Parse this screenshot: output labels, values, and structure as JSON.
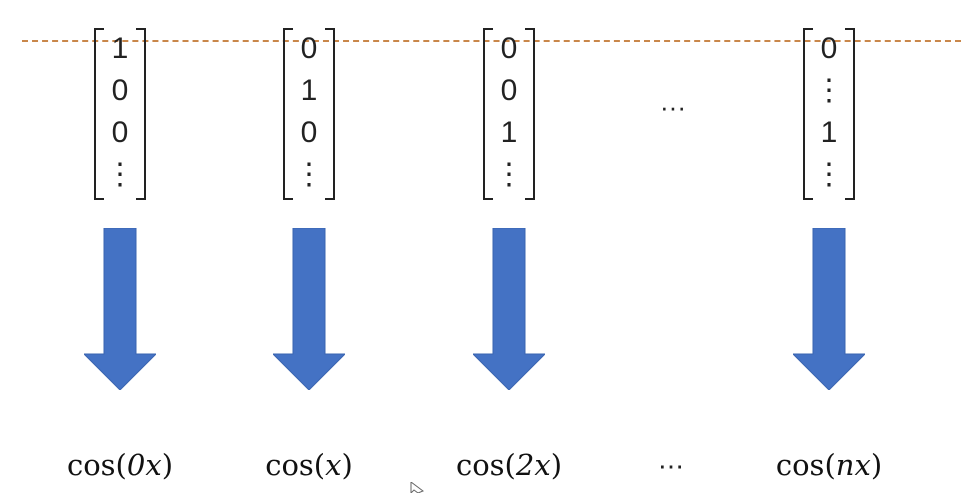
{
  "columns": [
    {
      "entries": [
        "1",
        "0",
        "0",
        "⋮"
      ],
      "label_fn": "cos(",
      "label_arg": "0x",
      "label_close": ")"
    },
    {
      "entries": [
        "0",
        "1",
        "0",
        "⋮"
      ],
      "label_fn": "cos(",
      "label_arg": "x",
      "label_close": ")"
    },
    {
      "entries": [
        "0",
        "0",
        "1",
        "⋮"
      ],
      "label_fn": "cos(",
      "label_arg": "2x",
      "label_close": ")"
    },
    {
      "entries": [
        "0",
        "⋮",
        "1",
        "⋮"
      ],
      "label_fn": "cos(",
      "label_arg": "nx",
      "label_close": ")"
    }
  ],
  "ellipsis_top": "···",
  "ellipsis_bottom": "⋯",
  "colors": {
    "arrow": "#4472c4",
    "dashed_line": "#c9874a"
  }
}
